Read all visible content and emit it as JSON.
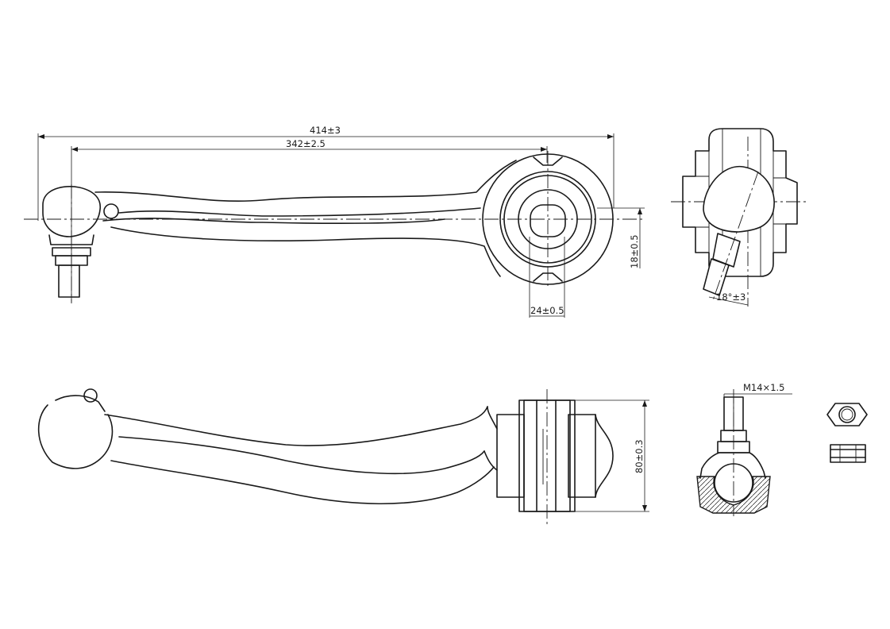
{
  "drawing": {
    "line_color": "#1a1a1a",
    "background": "#ffffff",
    "dimensions": {
      "overall_length": "414±3",
      "pivot_distance": "342±2.5",
      "bushing_height_offset": "18±0.5",
      "bushing_width": "24±0.5",
      "ball_joint_angle": "18°±3",
      "thread": "M14×1.5",
      "bushing_length": "80±0.3"
    }
  }
}
